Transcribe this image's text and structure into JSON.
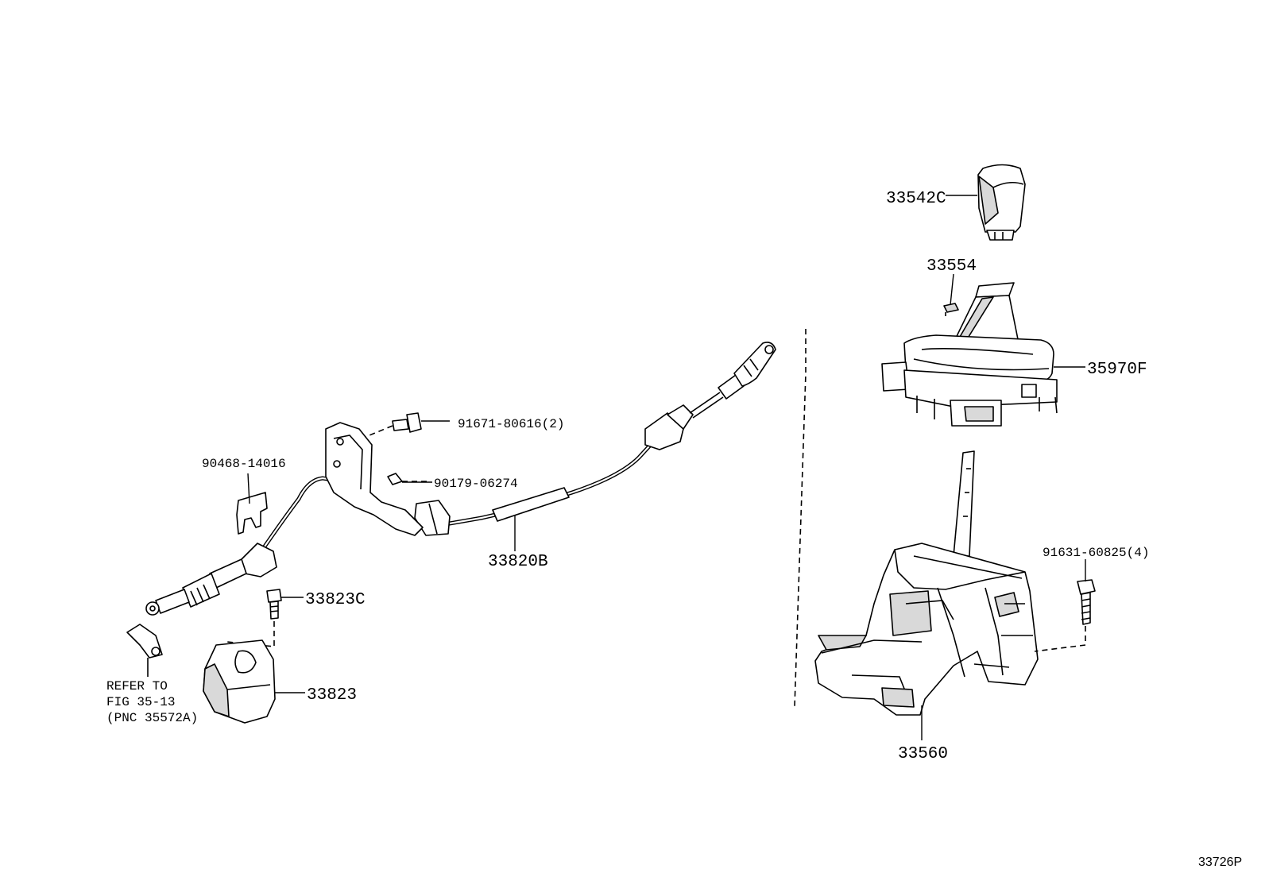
{
  "labels": {
    "knob": "33542C",
    "clip_top": "33554",
    "indicator_housing": "35970F",
    "bolt_bracket": "91671-80616(2)",
    "clip_small": "90179-06274",
    "retainer": "90468-14016",
    "cable": "33820B",
    "bolt_small": "33823C",
    "cover": "33823",
    "bolt_shifter": "91631-60825(4)",
    "shifter_assy": "33560"
  },
  "refer_note": {
    "line1": "REFER TO",
    "line2": "FIG 35-13",
    "line3": "(PNC 35572A)"
  },
  "figure_code": "33726P"
}
